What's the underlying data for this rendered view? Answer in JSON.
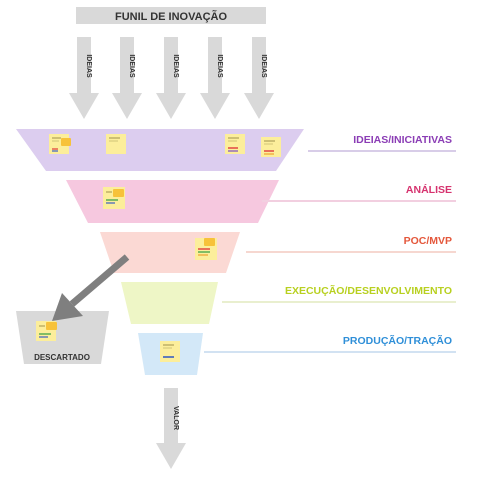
{
  "title": "FUNIL DE INOVAÇÃO",
  "input_arrow_label": "IDEIAS",
  "input_arrows": [
    "IDEIAS",
    "IDEIAS",
    "IDEIAS",
    "IDEIAS",
    "IDEIAS"
  ],
  "stages": [
    {
      "id": "ideias",
      "label": "IDEIAS/INICIATIVAS",
      "color": "#dccdef",
      "label_color": "#8b3db5"
    },
    {
      "id": "analise",
      "label": "ANÁLISE",
      "color": "#f6c8df",
      "label_color": "#d6326e"
    },
    {
      "id": "poc",
      "label": "POC/MVP",
      "color": "#fbd9d4",
      "label_color": "#e4573b"
    },
    {
      "id": "execucao",
      "label": "EXECUÇÃO/DESENVOLVIMENTO",
      "color": "#eef6c6",
      "label_color": "#b8d020"
    },
    {
      "id": "producao",
      "label": "PRODUÇÃO/TRAÇÃO",
      "color": "#d3e8f8",
      "label_color": "#2f8fd8"
    }
  ],
  "discard_label": "DESCARTADO",
  "output_arrow_label": "VALOR",
  "colors": {
    "arrow": "#d9d9d9",
    "discard_box": "#d9d9d9",
    "discard_arrow": "#7f7f7f",
    "note": "#fcee9b",
    "note_badge": "#f7c23a",
    "guide_line": "#d6cfe0"
  }
}
